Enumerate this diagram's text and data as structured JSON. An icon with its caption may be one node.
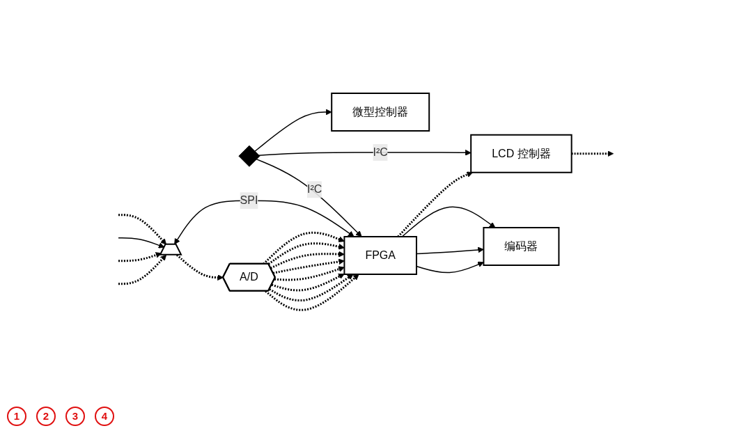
{
  "diagram": {
    "nodes": [
      {
        "text": [
          "微型控制器"
        ]
      },
      {
        "text": [
          "LCD 控制器"
        ]
      },
      {
        "text": [
          "FPGA"
        ]
      },
      {
        "text": [
          "编码器"
        ]
      },
      {
        "text": [],
        "shape": "trapezoid"
      },
      {
        "text": [
          "A/D"
        ]
      },
      {
        "text": [],
        "shape": "diamond"
      }
    ],
    "edges": [
      {
        "from": 6,
        "to": 0,
        "arrow": "to"
      },
      {
        "from": 6,
        "to": 2,
        "arrow": "to",
        "label": "I²C"
      },
      {
        "from": 6,
        "to": 1,
        "arrow": "to",
        "label": "I²C"
      },
      {
        "from": 4,
        "to": 2,
        "arrow": "both",
        "label": "SPI"
      },
      {
        "from": null,
        "to": 4,
        "arrow": "to",
        "style": "dashed"
      },
      {
        "from": null,
        "to": 4,
        "arrow": "to"
      },
      {
        "from": null,
        "to": 4,
        "arrow": "to",
        "style": "dashed"
      },
      {
        "from": null,
        "to": 4,
        "arrow": "to",
        "style": "dashed"
      },
      {
        "from": 4,
        "to": 5,
        "arrow": "to",
        "style": "dashed"
      },
      {
        "from": 5,
        "to": 2,
        "arrow": "to",
        "style": "dashed"
      },
      {
        "from": 5,
        "to": 2,
        "arrow": "to",
        "style": "dashed"
      },
      {
        "from": 5,
        "to": 2,
        "arrow": "to",
        "style": "dashed"
      },
      {
        "from": 5,
        "to": 2,
        "arrow": "to",
        "style": "dashed"
      },
      {
        "from": 5,
        "to": 2,
        "arrow": "to",
        "style": "dashed"
      },
      {
        "from": 5,
        "to": 2,
        "arrow": "to",
        "style": "dashed"
      },
      {
        "from": 5,
        "to": 2,
        "arrow": "to",
        "style": "dashed"
      },
      {
        "from": 5,
        "to": 2,
        "arrow": "to",
        "style": "dashed"
      },
      {
        "from": 2,
        "to": 3,
        "arrow": "to"
      },
      {
        "from": 2,
        "to": 3,
        "arrow": "to"
      },
      {
        "from": 2,
        "to": 3,
        "arrow": "to"
      },
      {
        "from": 2,
        "to": 1,
        "arrow": "to",
        "style": "dashed"
      },
      {
        "from": 1,
        "to": null,
        "arrow": "to",
        "style": "dashed"
      }
    ],
    "labels": [
      "1",
      "2",
      "3",
      "4"
    ]
  }
}
